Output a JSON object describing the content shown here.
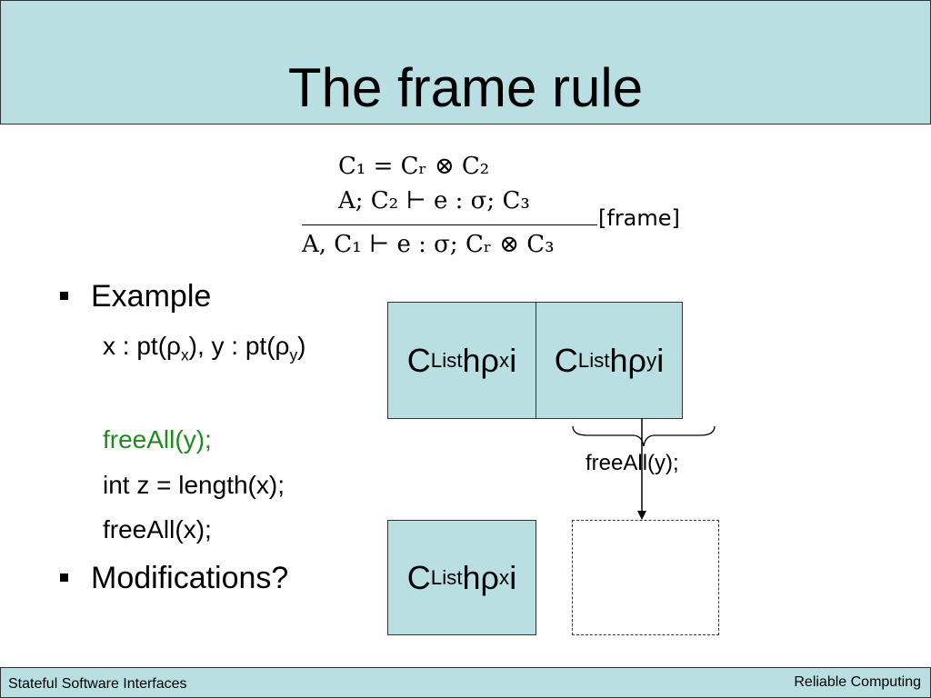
{
  "slide": {
    "title": "The frame rule"
  },
  "formula": {
    "premise1": "C₁ = Cᵣ ⊗ C₂",
    "premise2": "A; C₂ ⊢ e : σ; C₃",
    "conclusion": "A, C₁ ⊢ e : σ; Cᵣ ⊗ C₃",
    "rule_name": "[frame]"
  },
  "bullets": {
    "example": "Example",
    "modifications": "Modifications?"
  },
  "code": {
    "types_x": "x : pt(ρ",
    "types_x_sub": "x",
    "types_mid": "), y : pt(ρ",
    "types_y_sub": "y",
    "types_end": ")",
    "line1": "freeAll(y);",
    "line2": "int z = length(x);",
    "line3": "freeAll(x);"
  },
  "diagram": {
    "cell_top_left": {
      "prefix": "C",
      "sub": "List",
      "mid": "hρ",
      "sub2": "x",
      "suffix": "i"
    },
    "cell_top_right": {
      "prefix": "C",
      "sub": "List",
      "mid": "hρ",
      "sub2": "y",
      "suffix": "i"
    },
    "cell_bottom_left": {
      "prefix": "C",
      "sub": "List",
      "mid": "hρ",
      "sub2": "x",
      "suffix": "i"
    },
    "operation_label": "freeAll(y);"
  },
  "footer": {
    "left": "Stateful Software Interfaces",
    "right": "Reliable Computing"
  },
  "colors": {
    "accent": "#b9dfe2",
    "code_green": "#1e8a1e"
  }
}
